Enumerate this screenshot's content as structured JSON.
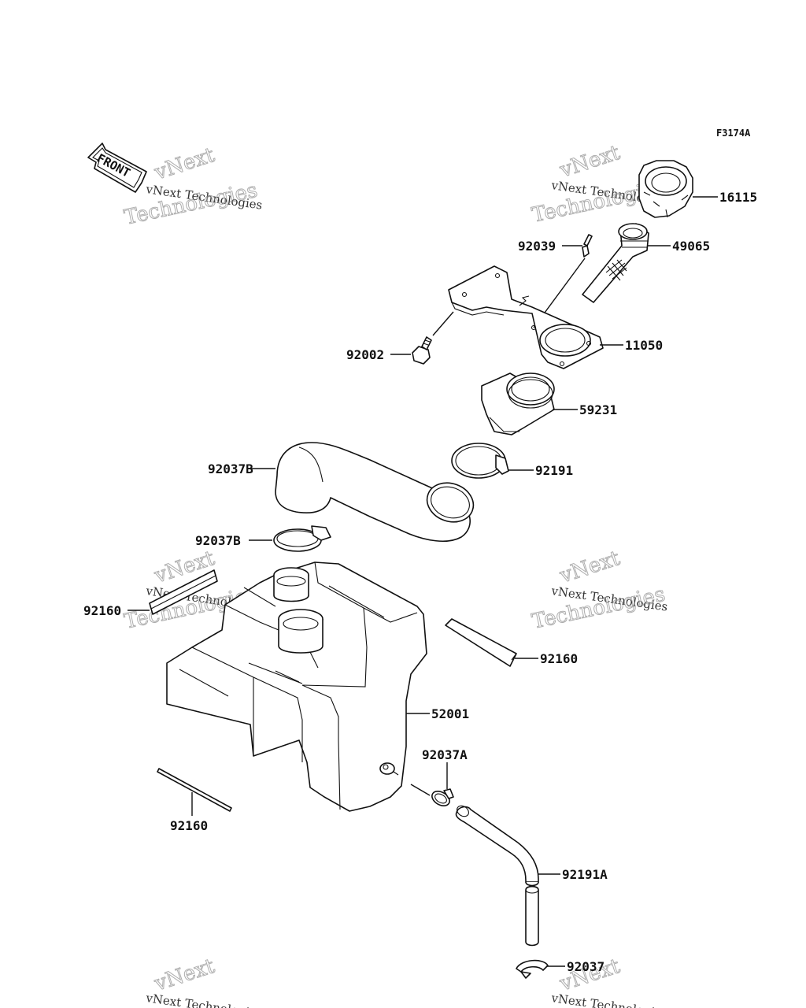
{
  "diagram": {
    "code": "F3174A",
    "front_label": "FRONT",
    "watermark": {
      "line1": "vNext Technologies",
      "line2": "vNext",
      "line3": "Technologies"
    },
    "parts": [
      {
        "id": "p16115",
        "number": "16115"
      },
      {
        "id": "p49065",
        "number": "49065"
      },
      {
        "id": "p92039",
        "number": "92039"
      },
      {
        "id": "p11050",
        "number": "11050"
      },
      {
        "id": "p92002",
        "number": "92002"
      },
      {
        "id": "p59231",
        "number": "59231"
      },
      {
        "id": "p92191",
        "number": "92191"
      },
      {
        "id": "p92037B_top",
        "number": "92037B"
      },
      {
        "id": "p92037B_left",
        "number": "92037B"
      },
      {
        "id": "p92160_left",
        "number": "92160"
      },
      {
        "id": "p92160_right",
        "number": "92160"
      },
      {
        "id": "p52001",
        "number": "52001"
      },
      {
        "id": "p92037A",
        "number": "92037A"
      },
      {
        "id": "p92160_bottom",
        "number": "92160"
      },
      {
        "id": "p92191A",
        "number": "92191A"
      },
      {
        "id": "p92037",
        "number": "92037"
      }
    ]
  }
}
